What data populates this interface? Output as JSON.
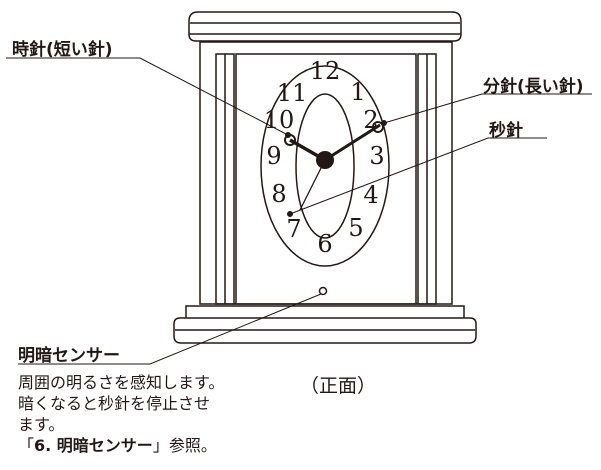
{
  "labels": {
    "hour_hand": "時針(短い針)",
    "minute_hand": "分針(長い針)",
    "second_hand": "秒針",
    "light_sensor": "明暗センサー",
    "front_view": "（正面）"
  },
  "description": {
    "line1": "周囲の明るさを感知します。",
    "line2": "暗くなると秒針を停止させ",
    "line3": "ます。",
    "ref_open": "「",
    "ref_bold": "6. 明暗センサー",
    "ref_close": "」参照。"
  },
  "dial": {
    "numerals": [
      "12",
      "1",
      "2",
      "3",
      "4",
      "5",
      "6",
      "7",
      "8",
      "9",
      "10",
      "11"
    ]
  },
  "colors": {
    "line": "#231815",
    "background": "#ffffff"
  }
}
